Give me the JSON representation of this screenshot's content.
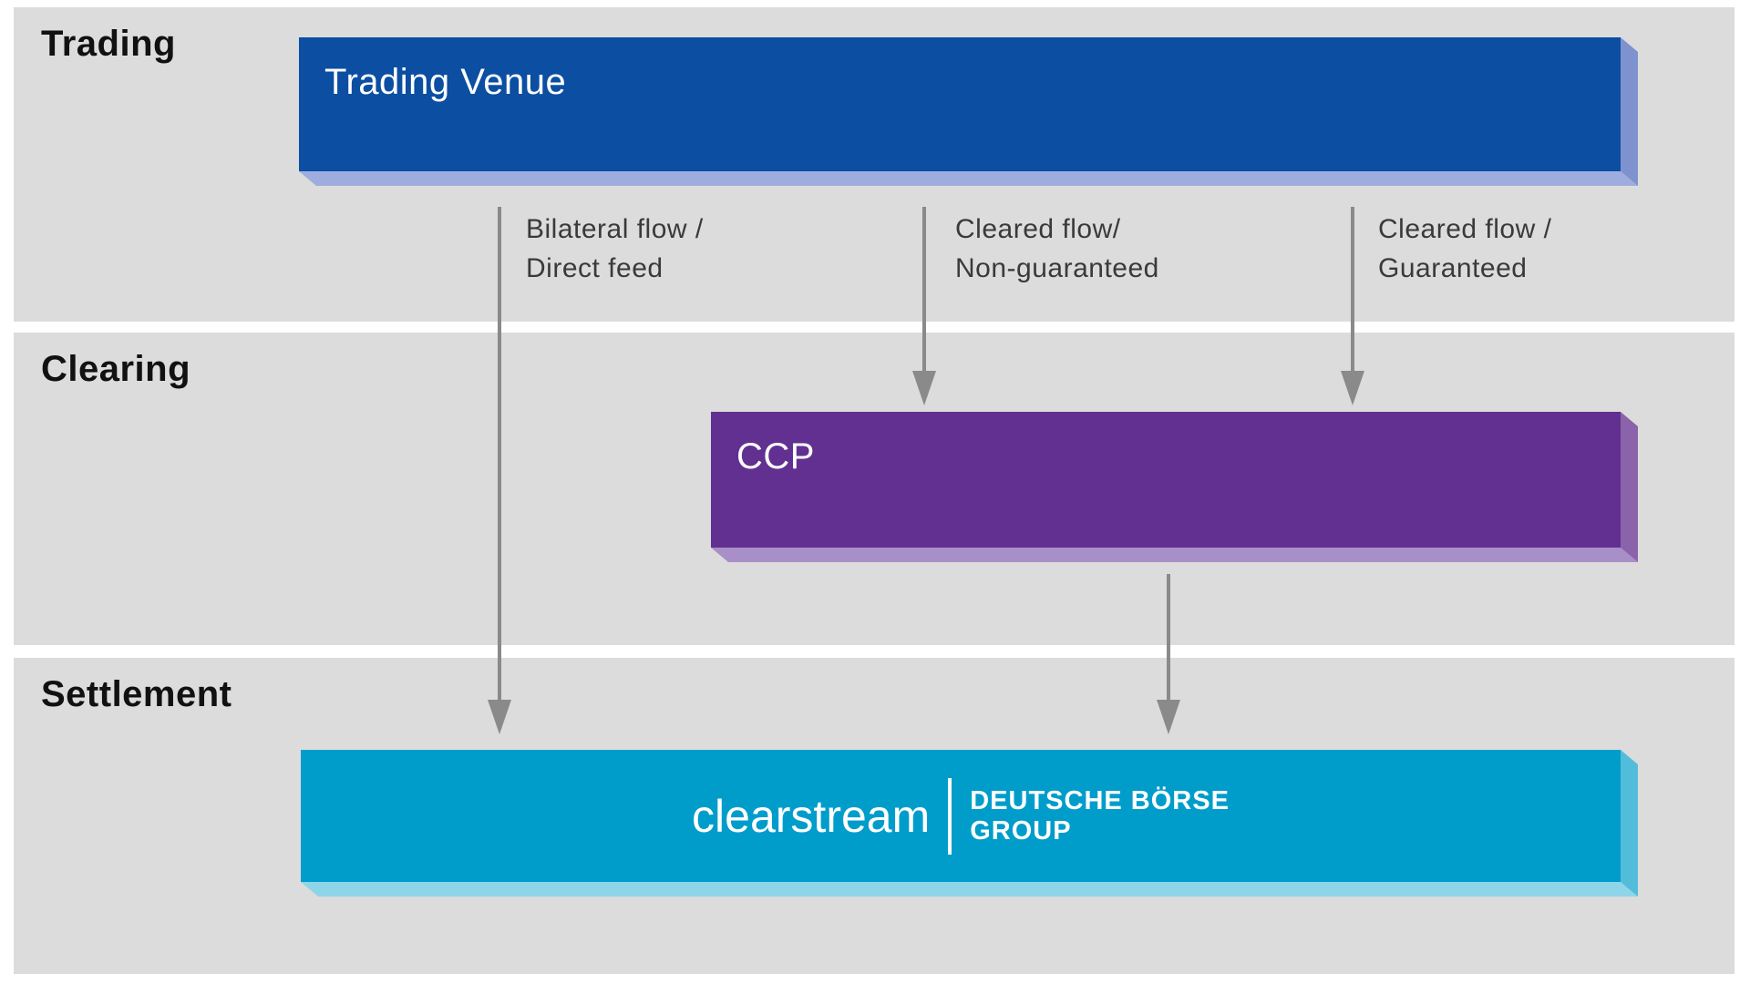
{
  "rows": [
    {
      "label": "Trading"
    },
    {
      "label": "Clearing"
    },
    {
      "label": "Settlement"
    }
  ],
  "boxes": {
    "trading_venue": {
      "label": "Trading Venue",
      "color": "#0b4ea2"
    },
    "ccp": {
      "label": "CCP",
      "color": "#613090"
    },
    "clearstream": {
      "wordmark": "clearstream",
      "group_name_line1": "DEUTSCHE BÖRSE",
      "group_name_line2": "GROUP",
      "color": "#009dcb"
    }
  },
  "flows": [
    {
      "line1": "Bilateral flow /",
      "line2": "Direct feed",
      "from": "Trading Venue",
      "to": "clearstream"
    },
    {
      "line1": "Cleared flow/",
      "line2": "Non-guaranteed",
      "from": "Trading Venue",
      "to": "CCP"
    },
    {
      "line1": "Cleared flow /",
      "line2": "Guaranteed",
      "from": "Trading Venue",
      "to": "CCP"
    },
    {
      "line1": "",
      "line2": "",
      "from": "CCP",
      "to": "clearstream"
    }
  ],
  "colors": {
    "band_background": "#dcdcdc",
    "trading_venue_blue": "#0b4ea2",
    "ccp_purple": "#613090",
    "clearstream_cyan": "#009dcb",
    "arrow_gray": "#8a8a8a",
    "label_text": "#3a3a3a"
  }
}
